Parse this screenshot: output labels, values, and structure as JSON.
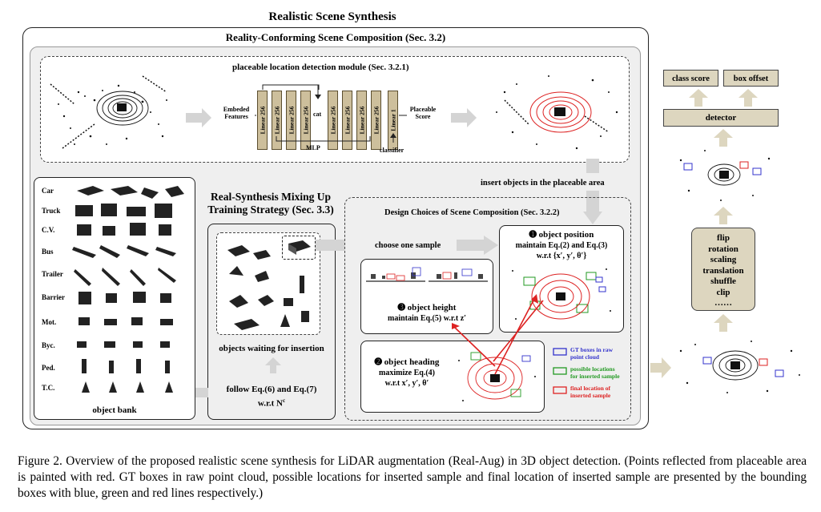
{
  "title": "Realistic Scene Synthesis",
  "composition": {
    "title": "Reality-Conforming Scene Composition (Sec. 3.2)",
    "module_title": "placeable location detection module (Sec. 3.2.1)",
    "embed_label_1": "Embeded",
    "embed_label_2": "Features",
    "linear256": "Linear 256",
    "linear1": "Linear 1",
    "cat": "cat",
    "mlp": "MLP",
    "classifier": "classifier",
    "placeable_1": "Placeable",
    "placeable_2": "Score",
    "insert_label": "insert objects in the placeable area"
  },
  "object_bank": {
    "classes": [
      "Car",
      "Truck",
      "C.V.",
      "Bus",
      "Trailer",
      "Barrier",
      "Mot.",
      "Byc.",
      "Ped.",
      "T.C."
    ],
    "label": "object bank"
  },
  "strategy": {
    "title_1": "Real-Synthesis Mixing Up",
    "title_2": "Training Strategy (Sec. 3.3)",
    "waiting": "objects waiting for insertion",
    "follow_1": "follow Eq.(6) and Eq.(7)",
    "follow_2": "w.r.t N",
    "follow_sup": "c"
  },
  "design": {
    "title": "Design Choices of Scene Composition (Sec. 3.2.2)",
    "choose": "choose one sample",
    "position_1": "➊ object position",
    "position_2": "maintain Eq.(2) and Eq.(3)",
    "position_3": "w.r.t {x′, y′, θ′}",
    "height_1": "➌ object height",
    "height_2": "maintain Eq.(5) w.r.t z′",
    "heading_1": "➋ object heading",
    "heading_2": "maximize Eq.(4)",
    "heading_3": "w.r.t x′, y′, θ′",
    "legend": [
      {
        "text_1": "GT boxes in raw",
        "text_2": "point cloud",
        "color": "#3333cc"
      },
      {
        "text_1": "possible locations",
        "text_2": "for inserted sample",
        "color": "#229922"
      },
      {
        "text_1": "final location of",
        "text_2": "inserted sample",
        "color": "#dd2222"
      }
    ]
  },
  "detector": {
    "class_score": "class score",
    "box_offset": "box offset",
    "detector": "detector",
    "augs": [
      "flip",
      "rotation",
      "scaling",
      "translation",
      "shuffle",
      "clip",
      "……"
    ]
  },
  "caption": "Figure 2. Overview of the proposed realistic scene synthesis for LiDAR augmentation (Real-Aug) in 3D object detection. (Points reflected from placeable area is painted with red. GT boxes in raw point cloud, possible locations for inserted sample and final location of inserted sample are presented by the bounding boxes with blue, green and red lines respectively.)",
  "colors": {
    "tan": "#cdbf9c",
    "arrow": "#d4d4d4",
    "red": "#dd2222",
    "green": "#229922",
    "blue": "#3333cc"
  }
}
